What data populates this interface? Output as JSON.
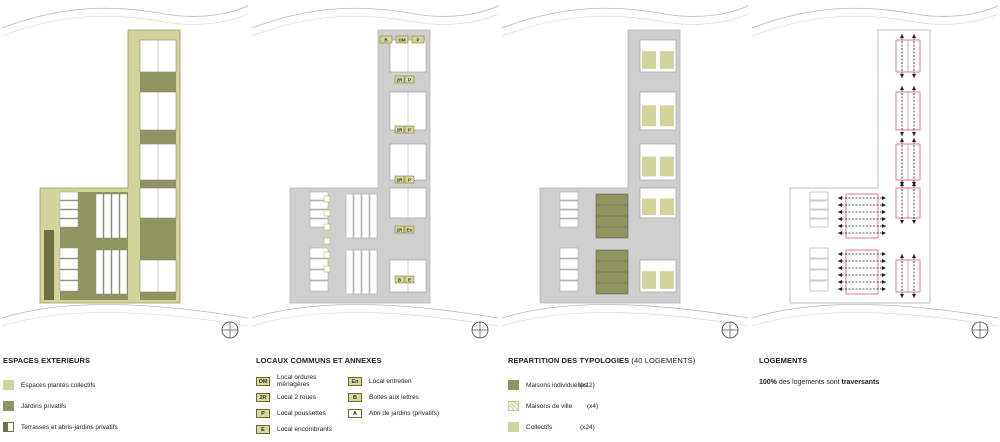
{
  "colors": {
    "collective_green": "#d2d49a",
    "private_green": "#8f9460",
    "dark_green": "#6b7140",
    "grey": "#cfcfcf",
    "red": "#d65a68",
    "black": "#222222"
  },
  "panels": [
    {
      "title": "ESPACES EXTERIEURS",
      "subtitle": "",
      "items": [
        {
          "label": "Espaces plantés collectifs",
          "swatch": "light-green"
        },
        {
          "label": "Jardins privatifs",
          "swatch": "olive"
        },
        {
          "label": "Terrasses et abris-jardins privatifs",
          "swatch": "terrace"
        }
      ]
    },
    {
      "title": "LOCAUX COMMUNS ET ANNEXES",
      "items_left": [
        {
          "code": "OM",
          "label": "Local ordures ménagères"
        },
        {
          "code": "2R",
          "label": "Local 2 roues"
        },
        {
          "code": "P",
          "label": "Local poussettes"
        },
        {
          "code": "E",
          "label": "Local encombrants"
        }
      ],
      "items_right": [
        {
          "code": "En",
          "label": "Local entretien"
        },
        {
          "code": "B",
          "label": "Boites aux lettres"
        },
        {
          "code": "A",
          "label": "Abri de jardins (privatifs)"
        }
      ]
    },
    {
      "title": "REPARTITION DES TYPOLOGIES",
      "subtitle": "(40 LOGEMENTS)",
      "items": [
        {
          "label": "Maisons individuelles",
          "count": "(x12)",
          "swatch": "olive"
        },
        {
          "label": "Maisons de ville",
          "count": "(x4)",
          "swatch": "hatched"
        },
        {
          "label": "Collectifs",
          "count": "(x24)",
          "swatch": "light-green"
        }
      ]
    },
    {
      "title": "LOGEMENTS",
      "note": {
        "pct": "100%",
        "text": " des logements sont ",
        "strong": "traversants"
      }
    }
  ],
  "plan_labels": {
    "p2_north": [
      "B",
      "OM",
      "P"
    ],
    "p2_mid": [
      [
        "2R",
        "P"
      ],
      [
        "2R",
        "P"
      ],
      [
        "2R",
        "P"
      ],
      [
        "2R",
        "En"
      ],
      [
        "B",
        "E"
      ]
    ],
    "p2_small": [
      "A",
      "A",
      "A",
      "A",
      "A",
      "A"
    ]
  }
}
